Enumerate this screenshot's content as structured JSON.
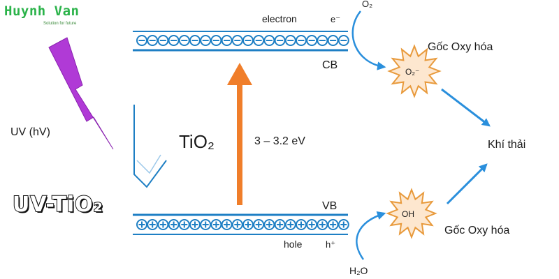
{
  "brand": {
    "name": "Huynh Van",
    "tagline": "Solution for future"
  },
  "title": "UV-TiO₂",
  "labels": {
    "uv": "UV (hV)",
    "material": "TiO₂",
    "gap": "3 – 3.2 eV",
    "cb": "CB",
    "vb": "VB",
    "electron": "electron",
    "electron_symbol": "e⁻",
    "hole": "hole",
    "hole_symbol": "h⁺",
    "o2": "O₂",
    "o2_radical": "O₂⁻",
    "oh": "OH",
    "h2o": "H₂O",
    "radical_top": "Gốc Oxy hóa",
    "radical_bottom": "Gốc Oxy hóa",
    "product": "Khí thải"
  },
  "colors": {
    "band": "#1e7fc4",
    "arrow_blue": "#2a8fdc",
    "excitation": "#f07e2a",
    "lightning": "#b03ad6",
    "star_fill": "#fde7cf",
    "star_stroke": "#e89a3c",
    "logo": "#2bb34a"
  },
  "icons": {
    "electrons": "minus-circle-icon",
    "holes": "plus-circle-icon",
    "uv_light": "lightning-icon"
  }
}
